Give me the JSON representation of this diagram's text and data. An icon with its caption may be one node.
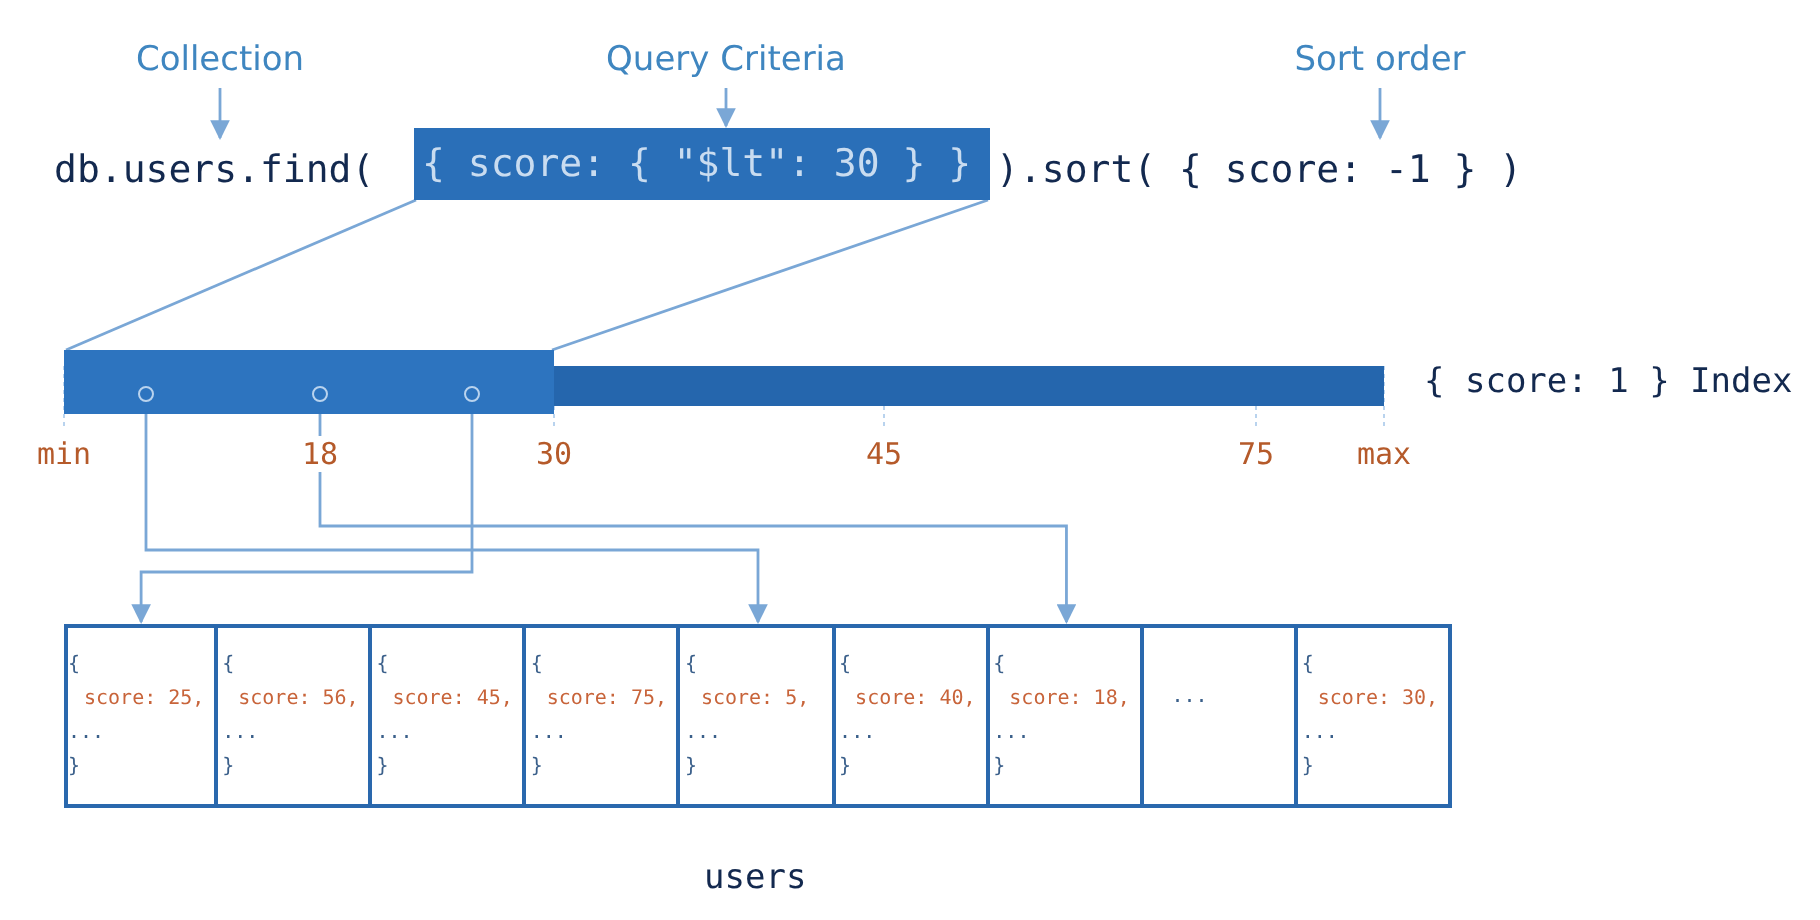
{
  "diagram": {
    "nodes": [
      {
        "text": [
          "Collection"
        ]
      },
      {
        "text": [
          "Query Criteria"
        ]
      },
      {
        "text": [
          "Sort order"
        ]
      },
      {
        "text": [
          "db.users.find("
        ]
      },
      {
        "text": [
          "{ score: { \"$lt\": 30 } }"
        ]
      },
      {
        "text": [
          ").sort( { score: -1 } )"
        ]
      },
      {
        "text": [],
        "shape": "bar",
        "beside": [
          "{ score: 1 } Index"
        ]
      },
      {
        "text": [],
        "shape": "bar",
        "in": 6
      },
      {
        "text": [],
        "shape": "circle",
        "in": 7
      },
      {
        "text": [],
        "shape": "circle",
        "in": 7
      },
      {
        "text": [],
        "shape": "circle",
        "in": 7
      },
      {
        "text": [
          "users"
        ]
      },
      {
        "text": [
          "{",
          "score: 25,",
          "...",
          "}"
        ],
        "in": 11
      },
      {
        "text": [
          "{",
          "score: 56,",
          "...",
          "}"
        ],
        "in": 11
      },
      {
        "text": [
          "{",
          "score: 45,",
          "...",
          "}"
        ],
        "in": 11
      },
      {
        "text": [
          "{",
          "score: 75,",
          "...",
          "}"
        ],
        "in": 11
      },
      {
        "text": [
          "{",
          "score: 5,",
          "...",
          "}"
        ],
        "in": 11
      },
      {
        "text": [
          "{",
          "score: 40,",
          "...",
          "}"
        ],
        "in": 11
      },
      {
        "text": [
          "{",
          "score: 18,",
          "...",
          "}"
        ],
        "in": 11
      },
      {
        "text": [
          "..."
        ],
        "in": 11
      },
      {
        "text": [
          "{",
          "score: 30,",
          "...",
          "}"
        ],
        "in": 11
      }
    ],
    "edges": [
      {
        "from": 0,
        "to": 3,
        "arrow": "to"
      },
      {
        "from": 1,
        "to": 4,
        "arrow": "to"
      },
      {
        "from": 2,
        "to": 5,
        "arrow": "to"
      },
      {
        "from": 4,
        "to": 7,
        "arrow": "none"
      },
      {
        "from": 4,
        "to": 7,
        "arrow": "none"
      },
      {
        "from": 8,
        "to": 16,
        "arrow": "to"
      },
      {
        "from": 9,
        "to": 18,
        "arrow": "to"
      },
      {
        "from": 10,
        "to": 12,
        "arrow": "to"
      }
    ],
    "labels": [
      "min",
      "18",
      "30",
      "45",
      "75",
      "max"
    ]
  }
}
